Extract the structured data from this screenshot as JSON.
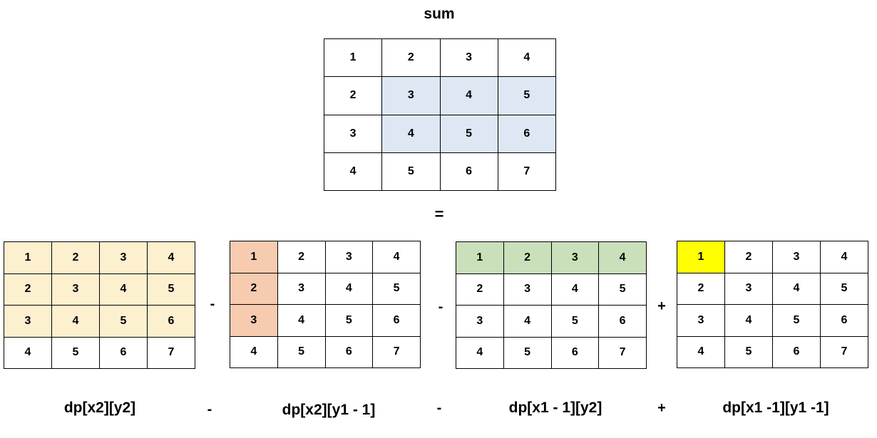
{
  "title": "sum",
  "equals": "=",
  "main_grid": {
    "rows": [
      [
        "1",
        "2",
        "3",
        "4"
      ],
      [
        "2",
        "3",
        "4",
        "5"
      ],
      [
        "3",
        "4",
        "5",
        "6"
      ],
      [
        "4",
        "5",
        "6",
        "7"
      ]
    ],
    "highlight_color": "#dde8f4",
    "highlight_cells": [
      [
        1,
        1
      ],
      [
        1,
        2
      ],
      [
        1,
        3
      ],
      [
        2,
        1
      ],
      [
        2,
        2
      ],
      [
        2,
        3
      ]
    ]
  },
  "sub_grids": [
    {
      "rows": [
        [
          "1",
          "2",
          "3",
          "4"
        ],
        [
          "2",
          "3",
          "4",
          "5"
        ],
        [
          "3",
          "4",
          "5",
          "6"
        ],
        [
          "4",
          "5",
          "6",
          "7"
        ]
      ],
      "highlight_color": "#fdf0cf",
      "highlight_cells": [
        [
          0,
          0
        ],
        [
          0,
          1
        ],
        [
          0,
          2
        ],
        [
          0,
          3
        ],
        [
          1,
          0
        ],
        [
          1,
          1
        ],
        [
          1,
          2
        ],
        [
          1,
          3
        ],
        [
          2,
          0
        ],
        [
          2,
          1
        ],
        [
          2,
          2
        ],
        [
          2,
          3
        ]
      ],
      "caption": "dp[x2][y2]"
    },
    {
      "rows": [
        [
          "1",
          "2",
          "3",
          "4"
        ],
        [
          "2",
          "3",
          "4",
          "5"
        ],
        [
          "3",
          "4",
          "5",
          "6"
        ],
        [
          "4",
          "5",
          "6",
          "7"
        ]
      ],
      "highlight_color": "#f7cbb0",
      "highlight_cells": [
        [
          0,
          0
        ],
        [
          1,
          0
        ],
        [
          2,
          0
        ]
      ],
      "caption": "dp[x2][y1 - 1]"
    },
    {
      "rows": [
        [
          "1",
          "2",
          "3",
          "4"
        ],
        [
          "2",
          "3",
          "4",
          "5"
        ],
        [
          "3",
          "4",
          "5",
          "6"
        ],
        [
          "4",
          "5",
          "6",
          "7"
        ]
      ],
      "highlight_color": "#c9e0bb",
      "highlight_cells": [
        [
          0,
          0
        ],
        [
          0,
          1
        ],
        [
          0,
          2
        ],
        [
          0,
          3
        ]
      ],
      "caption": "dp[x1 - 1][y2]"
    },
    {
      "rows": [
        [
          "1",
          "2",
          "3",
          "4"
        ],
        [
          "2",
          "3",
          "4",
          "5"
        ],
        [
          "3",
          "4",
          "5",
          "6"
        ],
        [
          "4",
          "5",
          "6",
          "7"
        ]
      ],
      "highlight_color": "#ffff00",
      "highlight_cells": [
        [
          0,
          0
        ]
      ],
      "caption": "dp[x1 -1][y1 -1]"
    }
  ],
  "operators": [
    "-",
    "-",
    "+"
  ]
}
